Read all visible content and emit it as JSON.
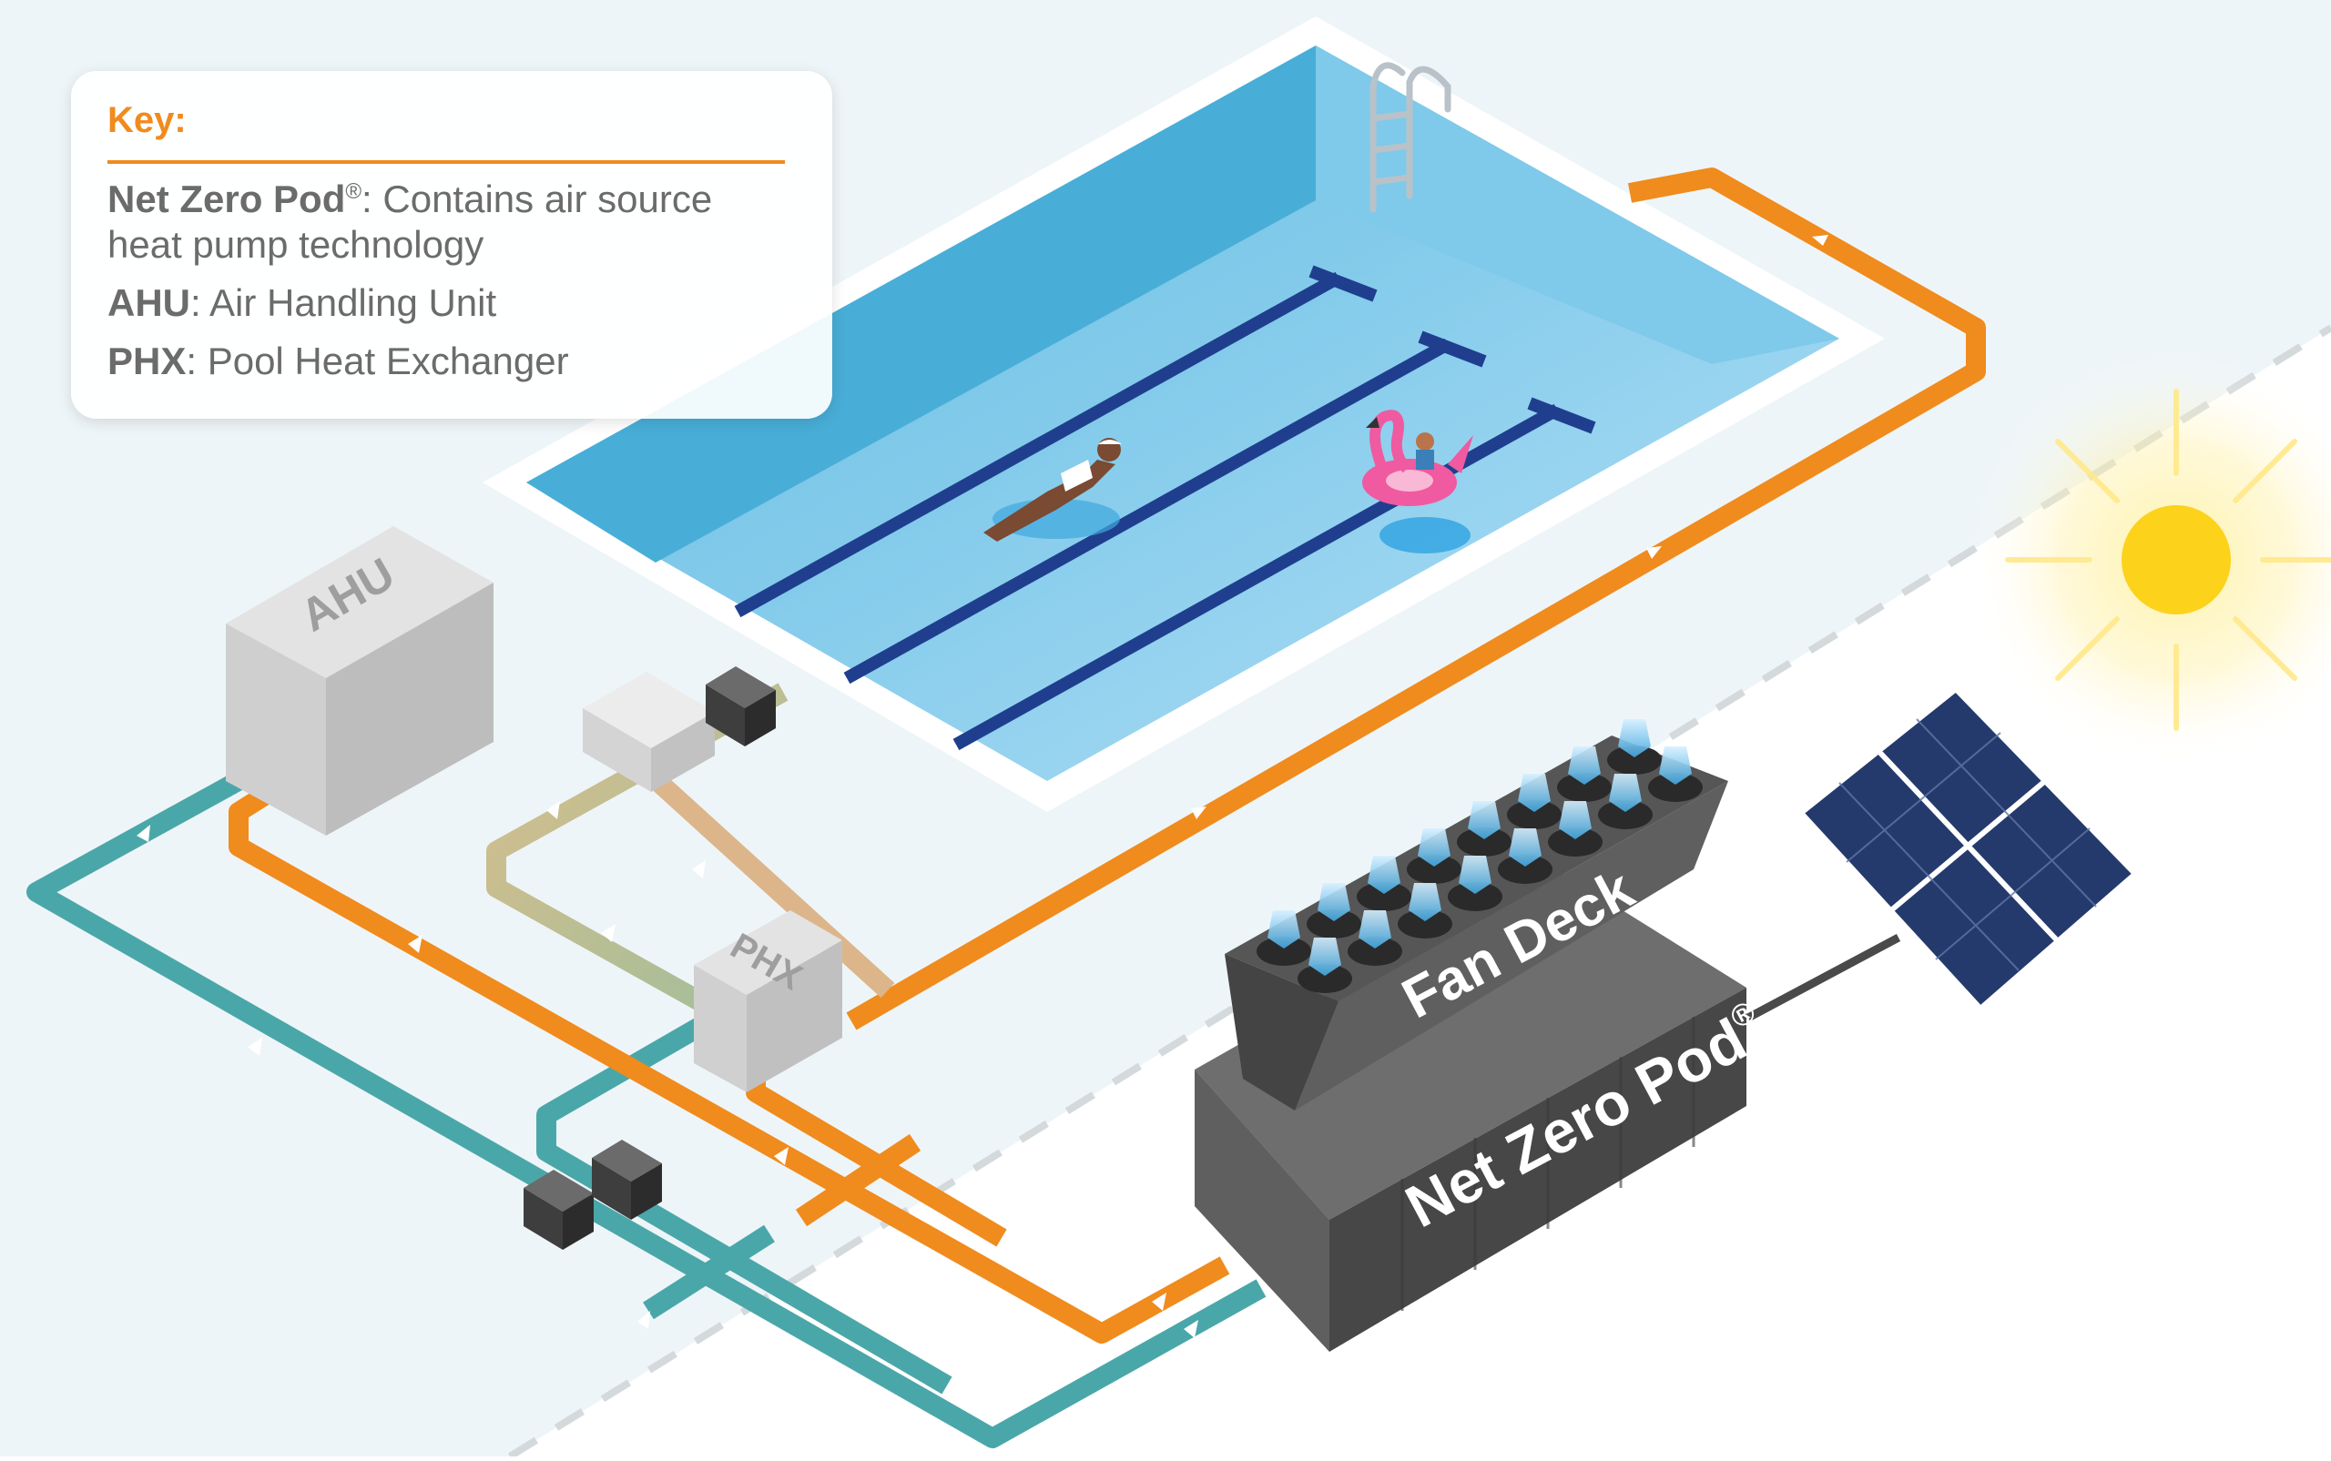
{
  "key": {
    "title": "Key:",
    "items": [
      {
        "term": "Net Zero Pod",
        "sup": "®",
        "desc": ": Contains air source heat pump technology"
      },
      {
        "term": "AHU",
        "sup": "",
        "desc": ": Air Handling Unit"
      },
      {
        "term": "PHX",
        "sup": "",
        "desc": ": Pool Heat Exchanger"
      }
    ]
  },
  "labels": {
    "ahu": "AHU",
    "phx": "PHX",
    "fan_deck": "Fan Deck",
    "net_zero_pod": "Net Zero Pod",
    "reg_mark": "®"
  },
  "colors": {
    "orange": "#f08b1d",
    "teal": "#4aa7a9",
    "tan": "#d8bd8e",
    "pool_deep": "#5ab8de",
    "pool_light": "#9fd6ef",
    "lane": "#1f3f8e",
    "ground": "#eef5f8",
    "sun": "#fcd21b",
    "panel": "#253a6c",
    "pod_dark": "#4a4a4a"
  }
}
